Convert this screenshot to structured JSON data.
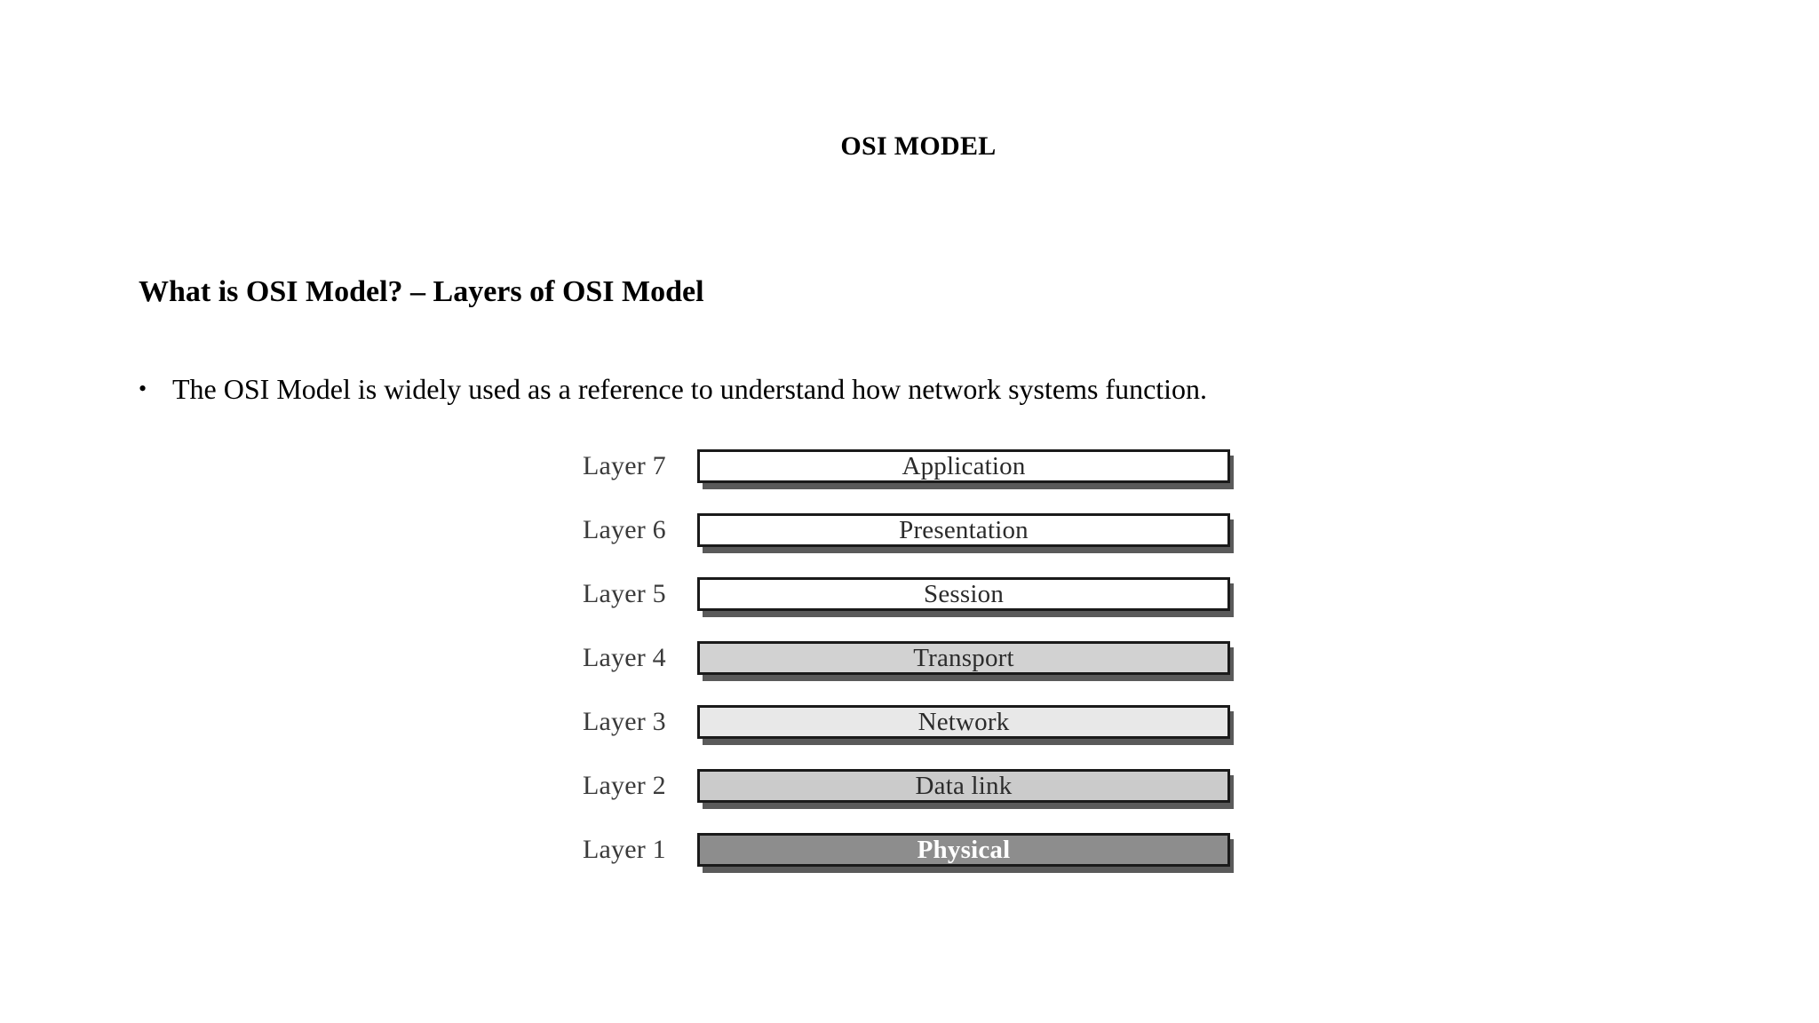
{
  "slide": {
    "title": "OSI MODEL",
    "heading": "What is OSI Model? – Layers of OSI Model",
    "bullets": [
      {
        "glyph": "•",
        "text": "The OSI Model is widely used as a reference to understand how network systems function."
      }
    ]
  },
  "diagram": {
    "name": "osi-seven-layer-stack",
    "layers": [
      {
        "label": "Layer 7",
        "name": "Application",
        "fill": "#ffffff",
        "text_color": "#2b2b2b",
        "emphasis": false
      },
      {
        "label": "Layer 6",
        "name": "Presentation",
        "fill": "#ffffff",
        "text_color": "#2b2b2b",
        "emphasis": false
      },
      {
        "label": "Layer 5",
        "name": "Session",
        "fill": "#ffffff",
        "text_color": "#2b2b2b",
        "emphasis": false
      },
      {
        "label": "Layer 4",
        "name": "Transport",
        "fill": "#d2d2d2",
        "text_color": "#2b2b2b",
        "emphasis": false
      },
      {
        "label": "Layer 3",
        "name": "Network",
        "fill": "#e8e8e8",
        "text_color": "#2b2b2b",
        "emphasis": false
      },
      {
        "label": "Layer 2",
        "name": "Data link",
        "fill": "#cbcbcb",
        "text_color": "#2b2b2b",
        "emphasis": false
      },
      {
        "label": "Layer 1",
        "name": "Physical",
        "fill": "#8d8d8d",
        "text_color": "#ffffff",
        "emphasis": true
      }
    ],
    "colors": {
      "border": "#1a1a1a",
      "shadow": "#5a5a5a",
      "label_text": "#3a3a3a",
      "page_background": "#ffffff"
    }
  }
}
